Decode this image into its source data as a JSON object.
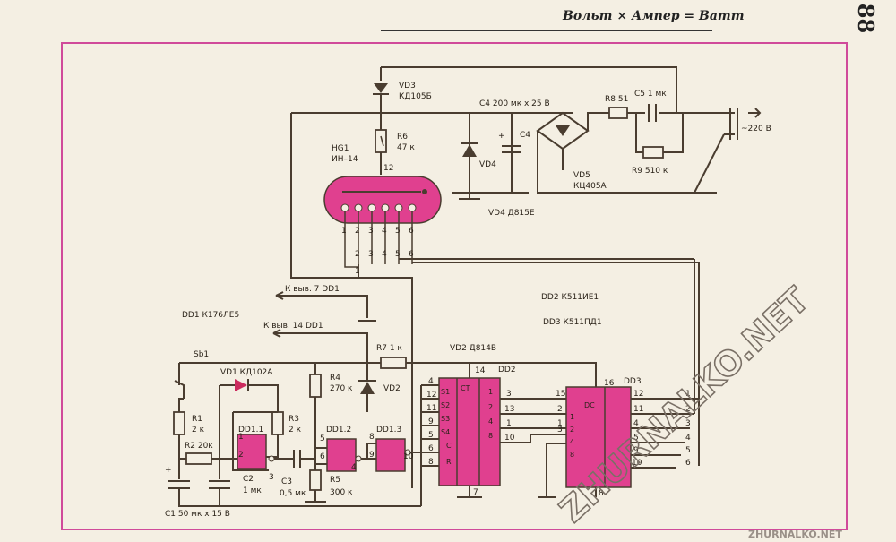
{
  "header": {
    "title": "Вольт × Ампер = Ватт",
    "page_number": "88"
  },
  "watermarks": {
    "diagonal": "ZHURNALKO.NET",
    "footer": "ZHURNALKO.NET"
  },
  "labels": {
    "vd3": "VD3",
    "vd3_type": "КД105Б",
    "r6": "R6",
    "r6_val": "47 к",
    "hg1": "HG1",
    "hg1_type": "ИН–14",
    "pin12": "12",
    "c4": "C4 200 мк х 25 В",
    "c4_short": "C4",
    "plus": "+",
    "vd4": "VD4",
    "vd4_full": "VD4  Д815Е",
    "r8": "R8 51",
    "c5": "C5 1 мк",
    "r9": "R9 510 к",
    "vd5": "VD5",
    "vd5_type": "КЦ405А",
    "mains": "~220 В",
    "lamp_pins": [
      "1",
      "2",
      "3",
      "4",
      "5",
      "6"
    ],
    "to_pin7": "К выв. 7 DD1",
    "to_pin14": "К выв. 14 DD1",
    "dd1_type": "DD1 К176ЛЕ5",
    "dd2_type": "DD2  К511ИЕ1",
    "dd3_type": "DD3  К511ПД1",
    "r7": "R7 1 к",
    "vd2_full": "VD2  Д814В",
    "vd2": "VD2",
    "sb1": "Sb1",
    "vd1": "VD1  КД102А",
    "r1": "R1",
    "r1_val": "2 к",
    "r2": "R2  20к",
    "dd11": "DD1.1",
    "dd12": "DD1.2",
    "dd13": "DD1.3",
    "r3": "R3",
    "r3_val": "2 к",
    "r4": "R4",
    "r4_val": "270 к",
    "r5": "R5",
    "r5_val": "300 к",
    "c2": "C2",
    "c2_val": "1 мк",
    "c3": "C3",
    "c3_val": "0,5 мк",
    "c1": "C1  50 мк х 15 В",
    "dd2": "DD2",
    "dd3": "DD3",
    "ct": "CT",
    "dc": "DC",
    "dd2_in": [
      "S1",
      "S2",
      "S3",
      "S4",
      "C",
      "R"
    ],
    "dd2_in_pins": [
      "4",
      "12",
      "11",
      "9",
      "5",
      "6",
      "8"
    ],
    "dd2_out": [
      "1",
      "2",
      "4",
      "8"
    ],
    "dd2_out_pins": [
      "3",
      "13",
      "1",
      "10"
    ],
    "dd2_top": "14",
    "dd2_bot": "7",
    "dd3_in": [
      "1",
      "2",
      "4",
      "8"
    ],
    "dd3_in_pins": [
      "15",
      "2",
      "1",
      "3"
    ],
    "dd3_top": "16",
    "dd3_bot": "8",
    "dd3_out_pins": [
      "12",
      "11",
      "4",
      "5",
      "9",
      "10"
    ],
    "right_pins": [
      "1",
      "2",
      "3",
      "4",
      "5",
      "6"
    ],
    "misc_pins": {
      "p1": "1",
      "p2": "2",
      "p3": "3",
      "p5": "5",
      "p6": "6",
      "p4": "4",
      "p8": "8",
      "p9": "9",
      "p10": "10",
      "p1b": "1"
    }
  },
  "colors": {
    "frame": "#d04a9a",
    "chip": "#e0408f",
    "wire": "#4a3d30"
  }
}
